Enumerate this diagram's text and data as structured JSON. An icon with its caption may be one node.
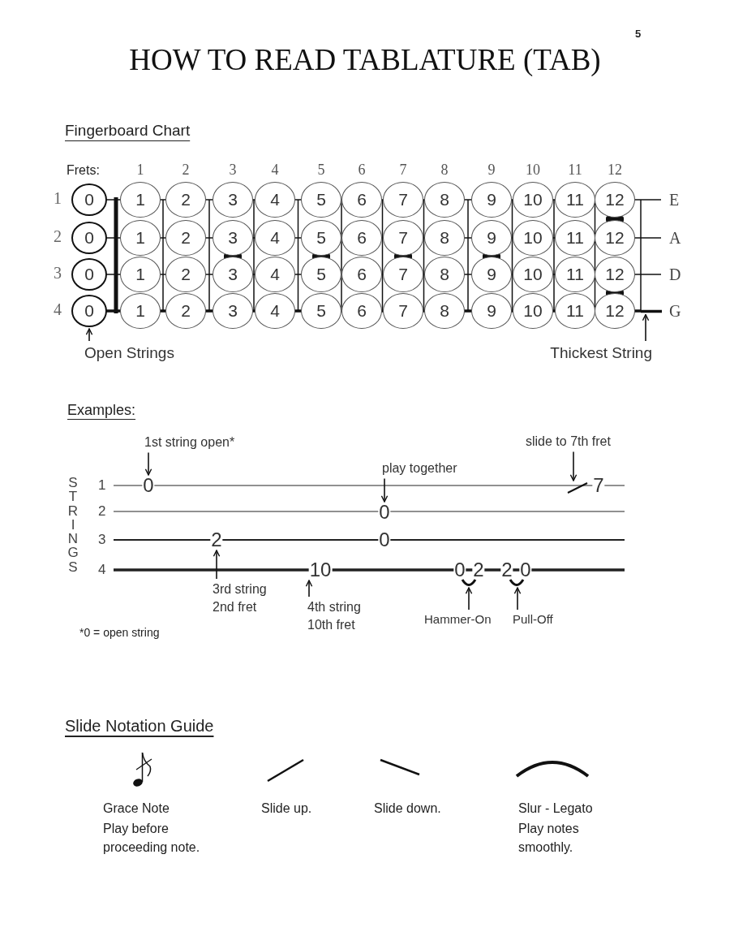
{
  "diagram": {
    "title": "HOW TO READ TABLATURE (TAB)",
    "nodes": [
      {
        "text": [
          "0"
        ]
      },
      {
        "text": [
          "1"
        ]
      },
      {
        "text": [
          "2"
        ]
      },
      {
        "text": [
          "3"
        ]
      },
      {
        "text": [
          "4"
        ]
      },
      {
        "text": [
          "5"
        ]
      },
      {
        "text": [
          "6"
        ]
      },
      {
        "text": [
          "7"
        ]
      },
      {
        "text": [
          "8"
        ]
      },
      {
        "text": [
          "9"
        ]
      },
      {
        "text": [
          "10"
        ]
      },
      {
        "text": [
          "11"
        ]
      },
      {
        "text": [
          "12"
        ]
      },
      {
        "text": [
          "0"
        ]
      },
      {
        "text": [
          "1"
        ]
      },
      {
        "text": [
          "2"
        ]
      },
      {
        "text": [
          "3"
        ]
      },
      {
        "text": [
          "4"
        ]
      },
      {
        "text": [
          "5"
        ]
      },
      {
        "text": [
          "6"
        ]
      },
      {
        "text": [
          "7"
        ]
      },
      {
        "text": [
          "8"
        ]
      },
      {
        "text": [
          "9"
        ]
      },
      {
        "text": [
          "10"
        ]
      },
      {
        "text": [
          "11"
        ]
      },
      {
        "text": [
          "12"
        ]
      },
      {
        "text": [
          "0"
        ]
      },
      {
        "text": [
          "1"
        ]
      },
      {
        "text": [
          "2"
        ]
      },
      {
        "text": [
          "3"
        ]
      },
      {
        "text": [
          "4"
        ]
      },
      {
        "text": [
          "5"
        ]
      },
      {
        "text": [
          "6"
        ]
      },
      {
        "text": [
          "7"
        ]
      },
      {
        "text": [
          "8"
        ]
      },
      {
        "text": [
          "9"
        ]
      },
      {
        "text": [
          "10"
        ]
      },
      {
        "text": [
          "11"
        ]
      },
      {
        "text": [
          "12"
        ]
      },
      {
        "text": [
          "0"
        ]
      },
      {
        "text": [
          "1"
        ]
      },
      {
        "text": [
          "2"
        ]
      },
      {
        "text": [
          "3"
        ]
      },
      {
        "text": [
          "4"
        ]
      },
      {
        "text": [
          "5"
        ]
      },
      {
        "text": [
          "6"
        ]
      },
      {
        "text": [
          "7"
        ]
      },
      {
        "text": [
          "8"
        ]
      },
      {
        "text": [
          "9"
        ]
      },
      {
        "text": [
          "10"
        ]
      },
      {
        "text": [
          "11"
        ]
      },
      {
        "text": [
          "12"
        ]
      },
      {
        "text": [
          "Open Strings"
        ]
      },
      {
        "text": [
          "Thickest String"
        ]
      },
      {
        "text": [
          "1st string open*"
        ]
      },
      {
        "text": [
          "slide to 7th fret"
        ]
      },
      {
        "text": [
          "play together"
        ]
      },
      {
        "text": [
          "0"
        ]
      },
      {
        "text": [],
        "shape": "line"
      },
      {
        "text": [
          "7"
        ]
      },
      {
        "text": [
          "0"
        ]
      },
      {
        "text": [
          "2"
        ]
      },
      {
        "text": [
          "0"
        ]
      },
      {
        "text": [
          "10"
        ]
      },
      {
        "text": [
          "0"
        ]
      },
      {
        "text": [
          "2"
        ]
      },
      {
        "text": [
          "2"
        ]
      },
      {
        "text": [
          "0"
        ]
      },
      {
        "text": [],
        "shape": "arc"
      },
      {
        "text": [],
        "shape": "arc"
      },
      {
        "text": [
          "3rd string 2nd fret"
        ]
      },
      {
        "text": [
          "4th string 10th fret"
        ]
      },
      {
        "text": [
          "Hammer-On"
        ]
      },
      {
        "text": [
          "Pull-Off"
        ]
      },
      {
        "text": [],
        "shape": "line"
      }
    ],
    "edges": [
      {
        "from": 52,
        "to": 39,
        "arrow": "to"
      },
      {
        "from": 53,
        "to": 74,
        "arrow": "to"
      },
      {
        "from": 54,
        "to": 57,
        "arrow": "to"
      },
      {
        "from": 55,
        "to": 58,
        "arrow": "to"
      },
      {
        "from": 56,
        "to": 60,
        "arrow": "to"
      },
      {
        "from": 70,
        "to": 61,
        "arrow": "to"
      },
      {
        "from": 71,
        "to": 63,
        "arrow": "to"
      },
      {
        "from": 72,
        "to": 68,
        "arrow": "to"
      },
      {
        "from": 73,
        "to": 69,
        "arrow": "to"
      }
    ],
    "labels": [
      "5",
      "Fingerboard Chart",
      "Frets:",
      "1",
      "2",
      "3",
      "4",
      "5",
      "6",
      "7",
      "8",
      "9",
      "10",
      "11",
      "12",
      "1",
      "E",
      "2",
      "A",
      "3",
      "D",
      "4",
      "G",
      "Examples:",
      "STRINGS",
      "1",
      "2",
      "3",
      "4",
      "*0 = open string",
      "Slide Notation Guide",
      "Grace Note",
      "Play before proceeding note.",
      "Slide up.",
      "Slide down.",
      "Slur - Legato",
      "Play notes smoothly."
    ]
  }
}
